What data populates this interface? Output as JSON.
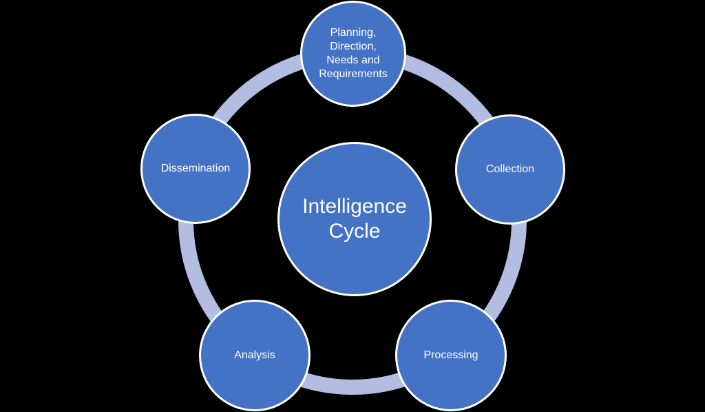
{
  "colors": {
    "background": "#000000",
    "node_fill": "#4472C4",
    "node_border": "#FFFFFF",
    "ring": "#B3BDE2",
    "text": "#FFFFFF"
  },
  "diagram": {
    "center": {
      "label": "Intelligence Cycle"
    },
    "nodes": [
      {
        "id": "planning",
        "label": "Planning, Direction, Needs and Requirements"
      },
      {
        "id": "collection",
        "label": "Collection"
      },
      {
        "id": "processing",
        "label": "Processing"
      },
      {
        "id": "analysis",
        "label": "Analysis"
      },
      {
        "id": "dissemination",
        "label": "Dissemination"
      }
    ]
  }
}
